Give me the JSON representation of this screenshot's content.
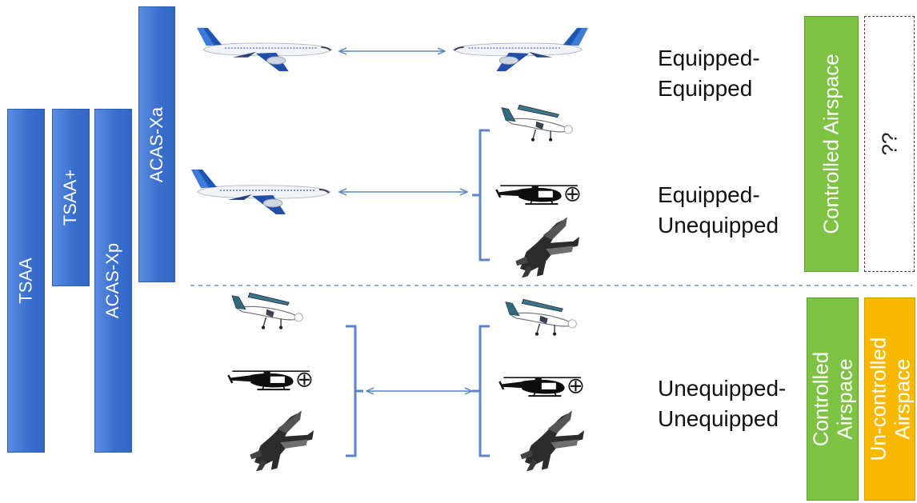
{
  "bars": {
    "tsaa": "TSAA",
    "tsaa_plus": "TSAA+",
    "acas_xp": "ACAS-Xp",
    "acas_xa": "ACAS-Xa"
  },
  "encounters": {
    "equipped_equipped": [
      "Equipped-",
      "Equipped"
    ],
    "equipped_unequipped": [
      "Equipped-",
      "Unequipped"
    ],
    "unequipped_unequipped": [
      "Unequipped-",
      "Unequipped"
    ]
  },
  "airspace": {
    "upper_controlled": "Controlled Airspace",
    "upper_unknown": "??",
    "lower_controlled": [
      "Controlled",
      "Airspace"
    ],
    "lower_uncontrolled": [
      "Un-controlled",
      "Airspace"
    ]
  },
  "colors": {
    "bar_blue": "#3a6fd0",
    "controlled_green": "#7dc242",
    "uncontrolled_yellow": "#f9b800",
    "arrow_blue": "#5b85c8"
  },
  "icons": [
    "airliner-icon",
    "small-plane-icon",
    "helicopter-icon",
    "fighter-jet-icon"
  ]
}
